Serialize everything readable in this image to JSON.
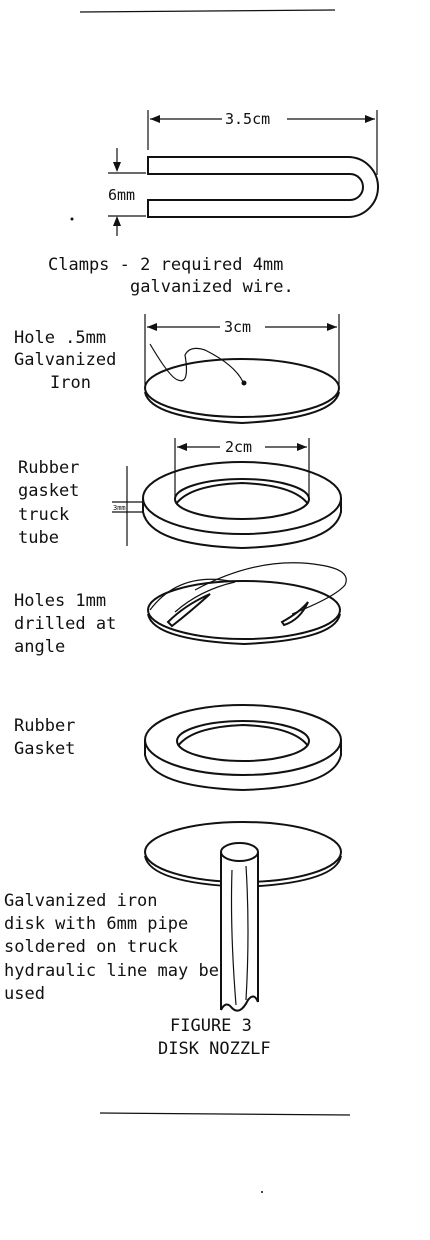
{
  "clamp": {
    "dim_length": "3.5cm",
    "dim_gap": "6mm",
    "caption_line1": "Clamps - 2 required 4mm",
    "caption_line2": "galvanized wire."
  },
  "top_disk": {
    "dim": "3cm",
    "label": [
      "Hole .5mm",
      "Galvanized",
      "Iron"
    ]
  },
  "gasket_top": {
    "dim": "2cm",
    "thickness": "3mm",
    "label": [
      "Rubber",
      "gasket",
      "truck",
      "tube"
    ]
  },
  "holes_disk": {
    "label": [
      "Holes 1mm",
      "drilled at",
      "angle"
    ]
  },
  "gasket_bottom": {
    "label": [
      "Rubber",
      "Gasket"
    ]
  },
  "bottom_disk": {
    "label": [
      "Galvanized iron",
      "disk with 6mm pipe",
      "soldered on truck",
      "hydraulic line may be",
      "used"
    ]
  },
  "figure": {
    "number": "FIGURE 3",
    "title": "DISK NOZZLF"
  }
}
